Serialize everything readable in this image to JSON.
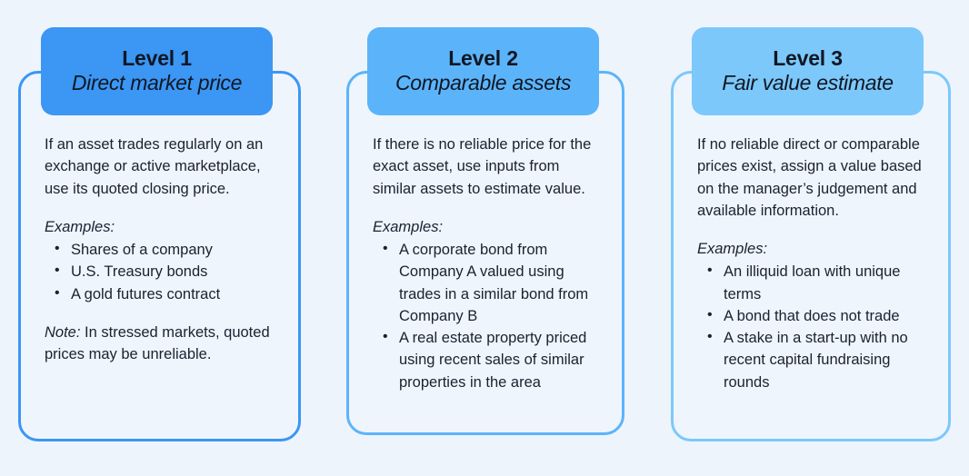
{
  "page": {
    "background_color": "#eef4fc",
    "text_color": "#1a2230"
  },
  "cards": [
    {
      "accent_color": "#3b96f4",
      "header": {
        "title": "Level 1",
        "subtitle": "Direct market price"
      },
      "intro": "If an asset trades regularly on an exchange or active marketplace, use its quoted closing price.",
      "examples_label": "Examples:",
      "examples": [
        "Shares of a company",
        "U.S. Treasury bonds",
        "A gold futures contract"
      ],
      "note_label": "Note:",
      "note_text": " In stressed markets, quoted prices may be unreliable."
    },
    {
      "accent_color": "#5bb4fa",
      "header": {
        "title": "Level 2",
        "subtitle": "Comparable assets"
      },
      "intro": "If there is no reliable price for the exact asset, use inputs from similar assets to estimate value.",
      "examples_label": "Examples:",
      "examples": [
        "A corporate bond from Company A valued using trades in a similar bond from Company B",
        "A real estate property priced using recent sales of similar properties in the area"
      ],
      "note_label": "",
      "note_text": ""
    },
    {
      "accent_color": "#7cc8fb",
      "header": {
        "title": "Level 3",
        "subtitle": "Fair value estimate"
      },
      "intro": "If no reliable direct or comparable prices exist, assign a value based on the manager’s judgement and available information.",
      "examples_label": "Examples:",
      "examples": [
        "An illiquid loan with unique terms",
        "A bond that does not trade",
        "A stake in a start-up with no recent capital fundraising rounds"
      ],
      "note_label": "",
      "note_text": ""
    }
  ]
}
